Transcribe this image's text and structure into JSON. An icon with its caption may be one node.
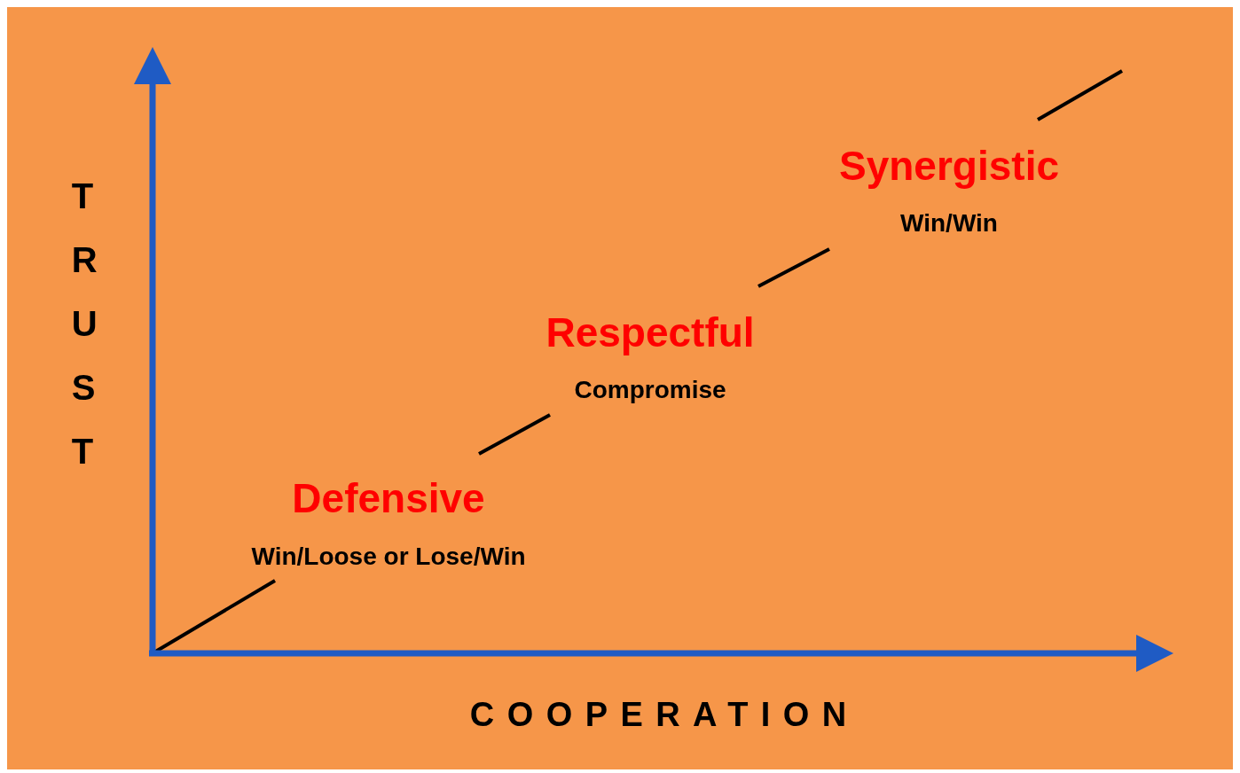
{
  "diagram": {
    "labels": [
      "TRUST",
      "Synergistic",
      "Win/Win",
      "Respectful",
      "Compromise",
      "Defensive",
      "Win/Loose or Lose/Win",
      "COOPERATION"
    ]
  }
}
